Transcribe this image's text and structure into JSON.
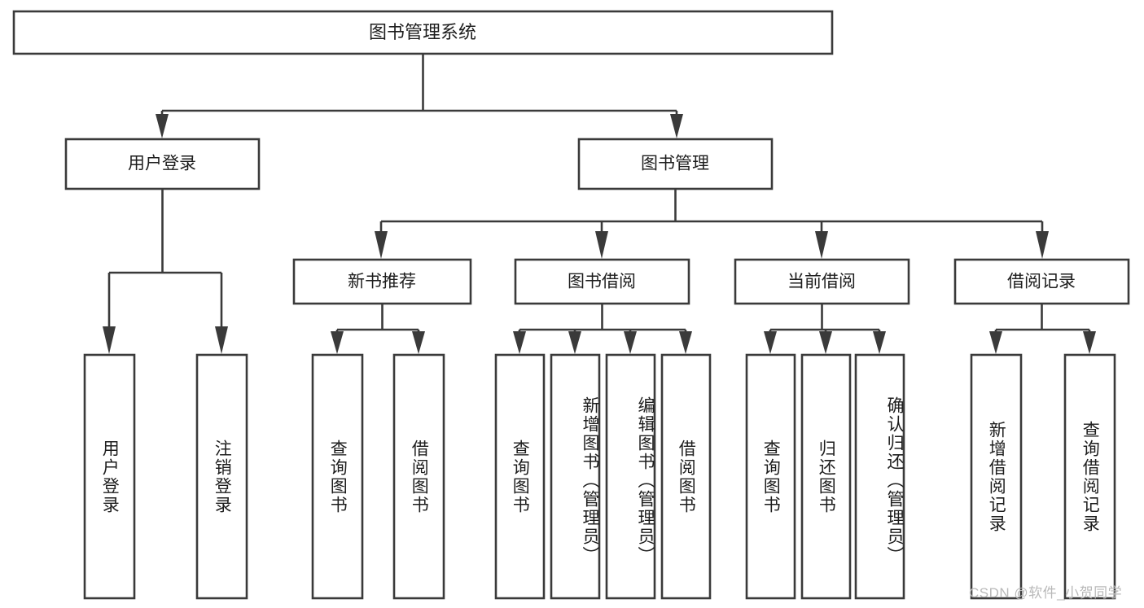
{
  "diagram": {
    "type": "tree",
    "title": "图书管理系统",
    "root": {
      "label": "图书管理系统"
    },
    "level2": [
      {
        "label": "用户登录"
      },
      {
        "label": "图书管理"
      }
    ],
    "level3": [
      {
        "label": "新书推荐"
      },
      {
        "label": "图书借阅"
      },
      {
        "label": "当前借阅"
      },
      {
        "label": "借阅记录"
      }
    ],
    "leaves": {
      "user_login": [
        {
          "label": "用户登录"
        },
        {
          "label": "注销登录"
        }
      ],
      "new_book_recommend": [
        {
          "label": "查询图书"
        },
        {
          "label": "借阅图书"
        }
      ],
      "book_borrow": [
        {
          "label": "查询图书"
        },
        {
          "label": "新增图书（管理员）"
        },
        {
          "label": "编辑图书（管理员）"
        },
        {
          "label": "借阅图书"
        }
      ],
      "current_borrow": [
        {
          "label": "查询图书"
        },
        {
          "label": "归还图书"
        },
        {
          "label": "确认归还（管理员）"
        }
      ],
      "borrow_record": [
        {
          "label": "新增借阅记录"
        },
        {
          "label": "查询借阅记录"
        }
      ]
    },
    "watermark": "CSDN @软件_小贺同学",
    "colors": {
      "box_stroke": "#3a3a3a",
      "box_fill": "#ffffff",
      "text": "#1d1d1d",
      "background": "#ffffff",
      "watermark": "#b9b9b9"
    }
  }
}
